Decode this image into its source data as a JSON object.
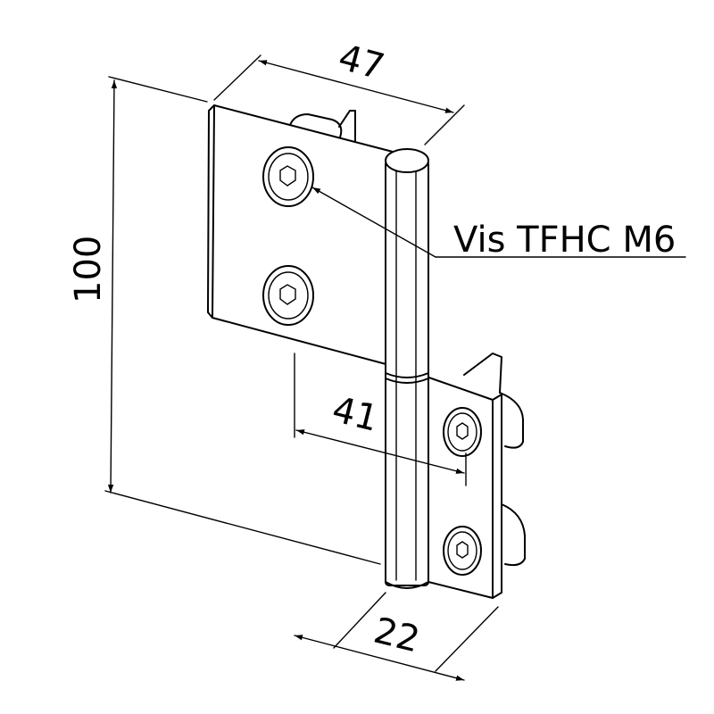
{
  "dimensions": {
    "width_top": "47",
    "height_total": "100",
    "hole_spacing": "41",
    "width_bottom": "22"
  },
  "callout": {
    "screw_label": "Vis TFHC M6"
  },
  "colors": {
    "line": "#000000",
    "background": "#ffffff"
  }
}
